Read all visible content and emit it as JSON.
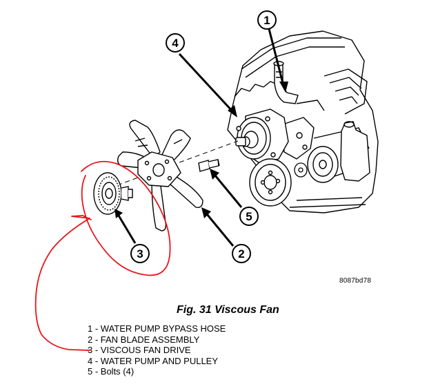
{
  "figure": {
    "code": "8087bd78",
    "caption": "Fig. 31 Viscous Fan"
  },
  "callouts": [
    {
      "number": "1",
      "target": "water-pump-bypass-hose"
    },
    {
      "number": "2",
      "target": "fan-blade-assembly"
    },
    {
      "number": "3",
      "target": "viscous-fan-drive"
    },
    {
      "number": "4",
      "target": "water-pump-and-pulley"
    },
    {
      "number": "5",
      "target": "bolts"
    }
  ],
  "legend": [
    "1 - WATER PUMP BYPASS HOSE",
    "2 - FAN BLADE ASSEMBLY",
    "3 - VISCOUS FAN DRIVE",
    "4 - WATER PUMP AND PULLEY",
    "5 - Bolts (4)"
  ],
  "colors": {
    "line_art": "#000000",
    "annotation_ink": "#e8141b",
    "background": "#ffffff"
  }
}
